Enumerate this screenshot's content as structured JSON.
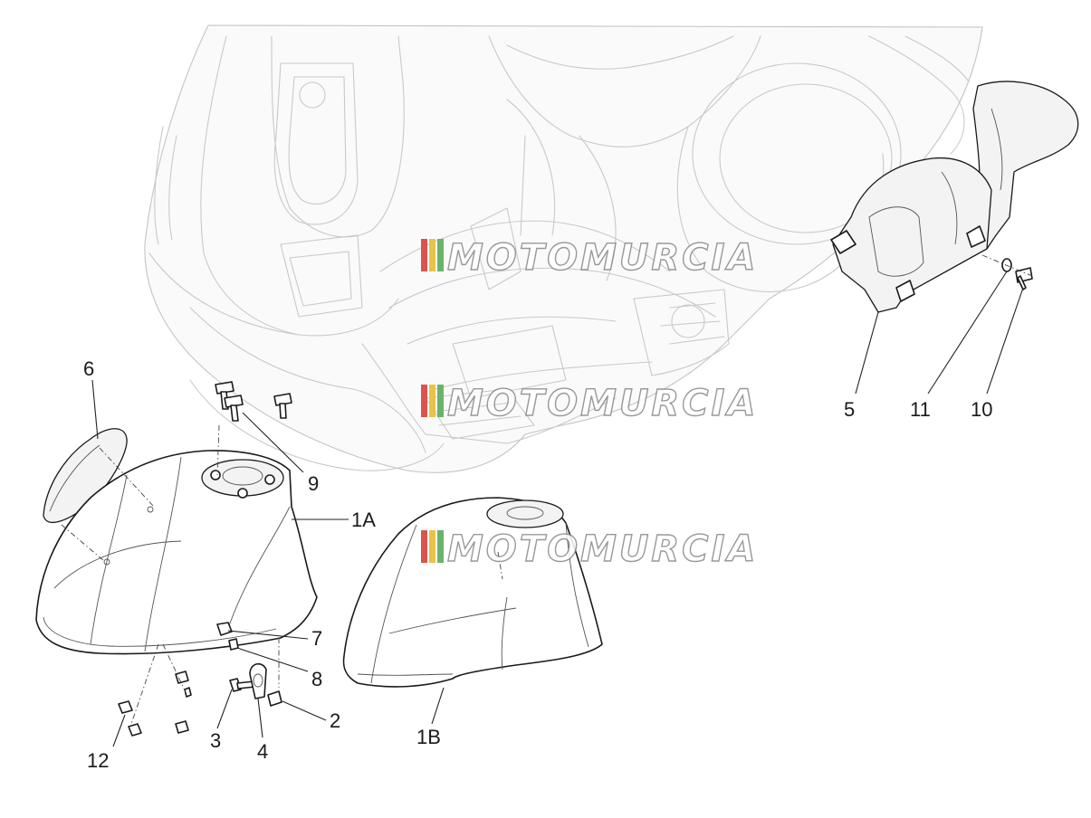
{
  "watermark": {
    "text": "MOTOMURCIA",
    "stripe_colors": [
      "#d9534f",
      "#e8c34a",
      "#6bb36b"
    ]
  },
  "callouts": {
    "c1A": "1A",
    "c1B": "1B",
    "c2": "2",
    "c3": "3",
    "c4": "4",
    "c5": "5",
    "c6": "6",
    "c7": "7",
    "c8": "8",
    "c9": "9",
    "c10": "10",
    "c11": "11",
    "c12": "12"
  }
}
